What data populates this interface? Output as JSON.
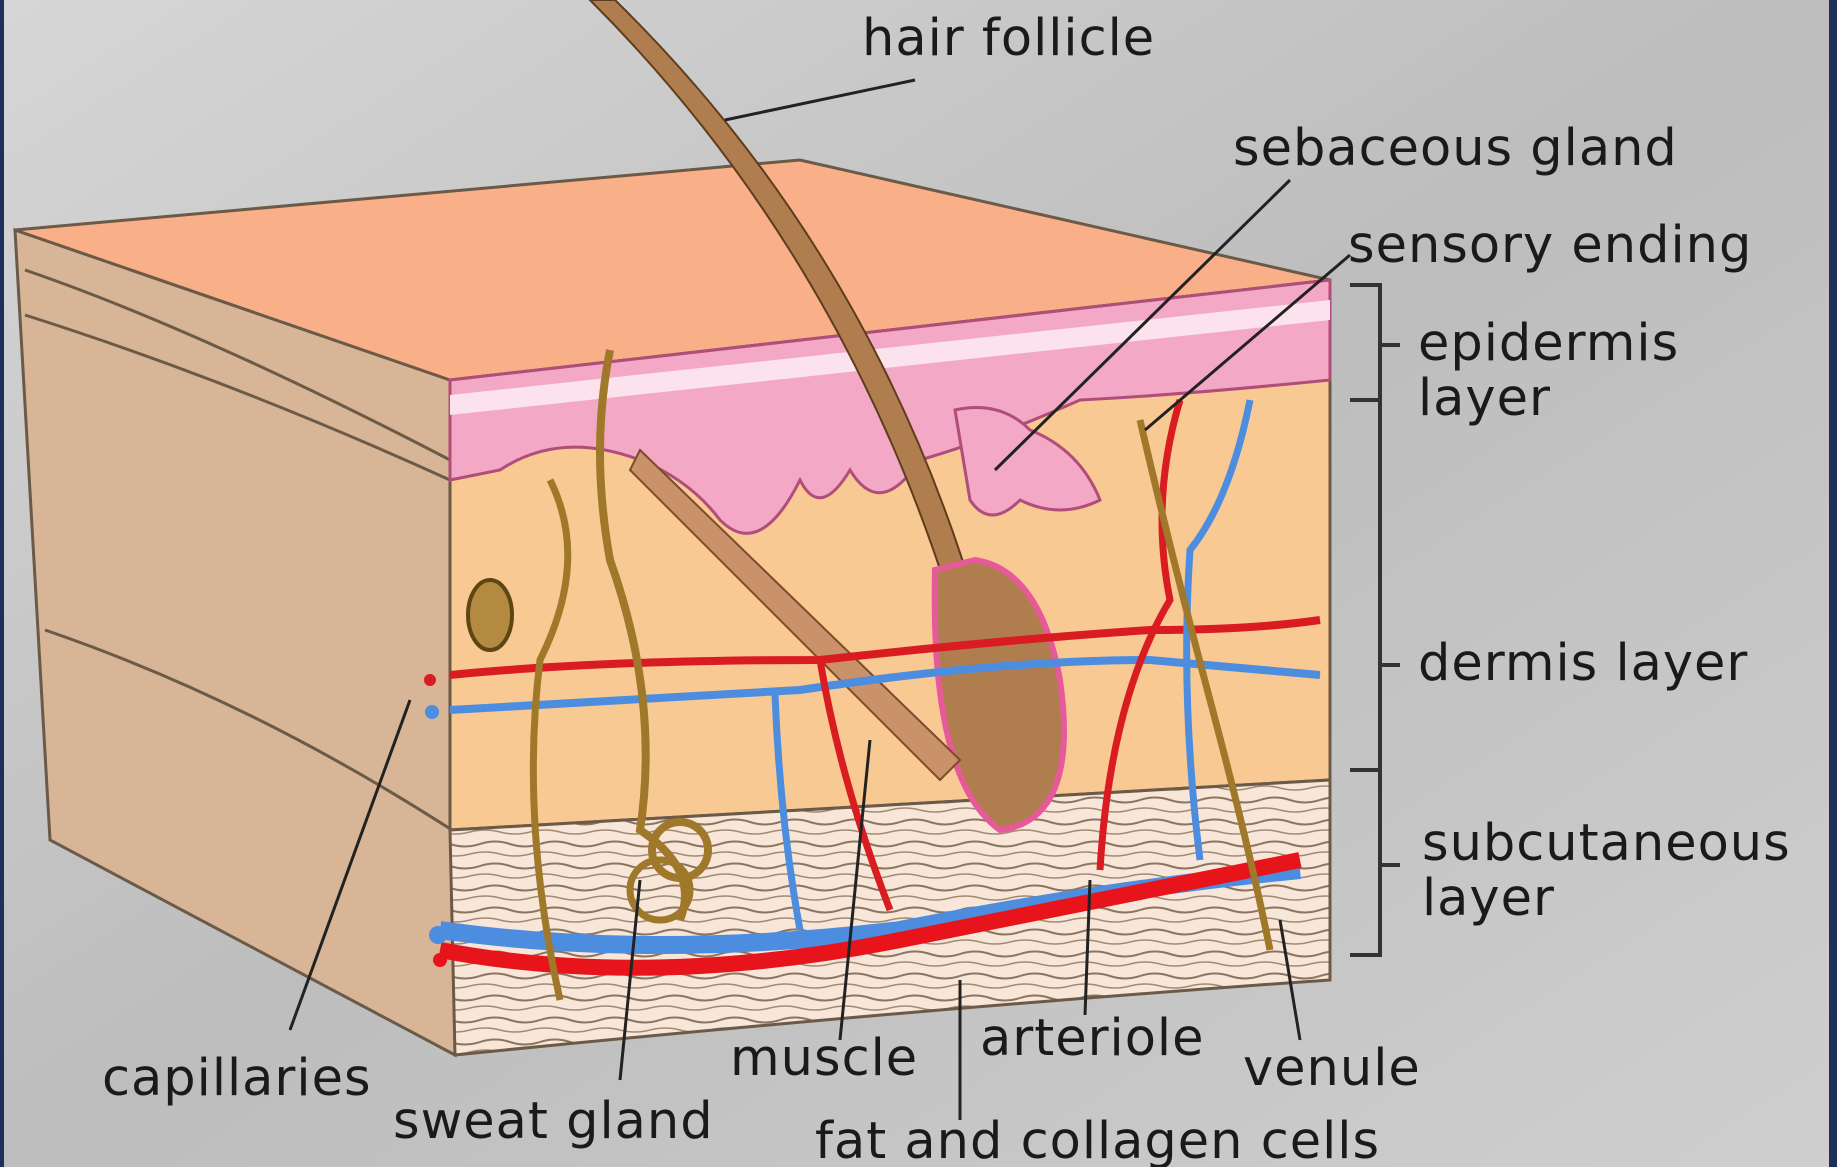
{
  "labels": {
    "hair_follicle": "hair follicle",
    "sebaceous_gland": "sebaceous gland",
    "sensory_ending": "sensory ending",
    "epidermis_line1": "epidermis",
    "epidermis_line2": "layer",
    "dermis": "dermis layer",
    "subcutaneous_line1": "subcutaneous",
    "subcutaneous_line2": "layer",
    "capillaries": "capillaries",
    "sweat_gland": "sweat gland",
    "muscle": "muscle",
    "arteriole": "arteriole",
    "venule": "venule",
    "fat_collagen": "fat and collagen cells"
  },
  "colors": {
    "skin_top": "#F9B088",
    "side_face": "#D8B596",
    "dermis": "#F9C993",
    "epidermis_pink": "#F3A8C5",
    "subcutaneous": "#F8E6D8",
    "artery": "#D81C22",
    "vein": "#4D8DE0",
    "nerve": "#A0782A",
    "hair": "#B07D4F",
    "background": "#C9C9C9"
  }
}
